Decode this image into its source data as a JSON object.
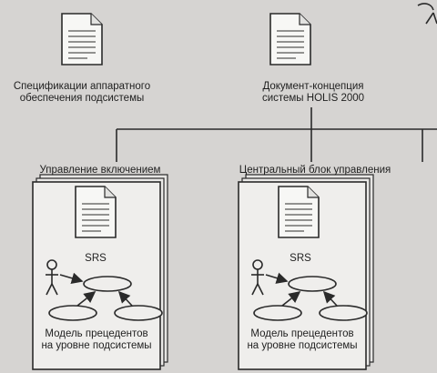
{
  "top_docs": [
    {
      "line1": "Спецификации аппаратного",
      "line2": "обеспечения подсистемы"
    },
    {
      "line1": "Документ-концепция",
      "line2": "системы HOLIS 2000"
    }
  ],
  "packages": [
    {
      "title": "Управление включением",
      "srs_label": "SRS",
      "caption_line1": "Модель прецедентов",
      "caption_line2": "на уровне подсистемы"
    },
    {
      "title": "Центральный блок управления",
      "srs_label": "SRS",
      "caption_line1": "Модель прецедентов",
      "caption_line2": "на уровне подсистемы"
    }
  ],
  "colors": {
    "background": "#d6d4d2",
    "line": "#2a2a2a",
    "doc_fill": "#f7f7f5"
  }
}
